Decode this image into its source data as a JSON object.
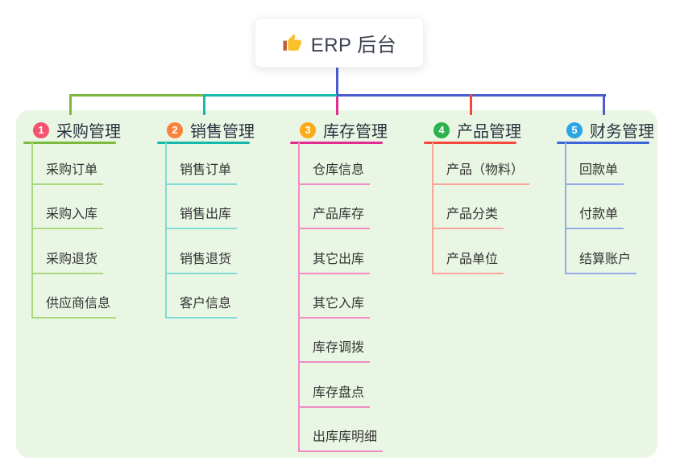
{
  "root": {
    "label": "ERP 后台",
    "icon": "thumbs-up-icon"
  },
  "colors": {
    "trunk_blue": "#4a5cd0",
    "panel_bg": "#eaf6e4",
    "root_text": "#3b4252",
    "node_text": "#333333",
    "thumb_hand": "#fbc02d",
    "thumb_cuff": "#bc5d36"
  },
  "branches": [
    {
      "num": "1",
      "label": "采购管理",
      "badge_color": "#f4536e",
      "line_color": "#7cb93f",
      "child_line_color": "#a9d77f",
      "children": [
        "采购订单",
        "采购入库",
        "采购退货",
        "供应商信息"
      ]
    },
    {
      "num": "2",
      "label": "销售管理",
      "badge_color": "#f8823c",
      "line_color": "#16b8ac",
      "child_line_color": "#7edcd5",
      "children": [
        "销售订单",
        "销售出库",
        "销售退货",
        "客户信息"
      ]
    },
    {
      "num": "3",
      "label": "库存管理",
      "badge_color": "#fbab19",
      "line_color": "#e12d91",
      "child_line_color": "#f08bc5",
      "children": [
        "仓库信息",
        "产品库存",
        "其它出库",
        "其它入库",
        "库存调拨",
        "库存盘点",
        "出库库明细"
      ]
    },
    {
      "num": "4",
      "label": "产品管理",
      "badge_color": "#2bb24c",
      "line_color": "#f5473d",
      "child_line_color": "#faa49c",
      "children": [
        "产品（物料）",
        "产品分类",
        "产品单位"
      ]
    },
    {
      "num": "5",
      "label": "财务管理",
      "badge_color": "#2aa5e6",
      "line_color": "#3d65d9",
      "child_line_color": "#93abe6",
      "children": [
        "回款单",
        "付款单",
        "结算账户"
      ]
    }
  ]
}
